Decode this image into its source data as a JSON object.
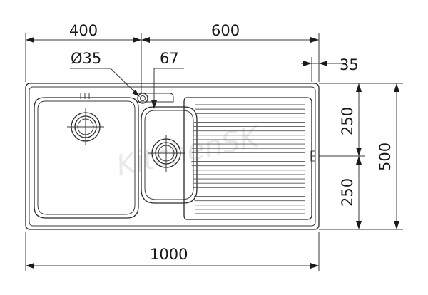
{
  "dimensions": {
    "left_bowl_width": "400",
    "right_width": "600",
    "tap_hole_diameter": "Ø35",
    "tap_offset": "67",
    "edge_offset": "35",
    "upper_half_height": "250",
    "lower_half_height": "250",
    "total_height": "500",
    "total_width": "1000"
  },
  "watermark": "KitchenSK"
}
